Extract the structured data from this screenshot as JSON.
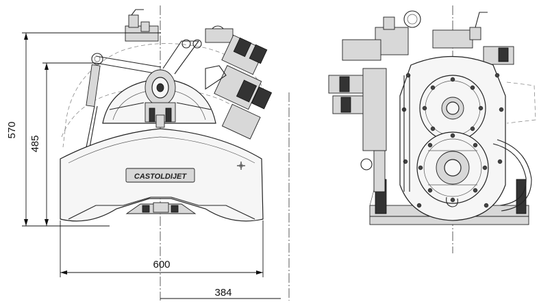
{
  "drawing": {
    "brand_logo_text": "CASTOLDIJET",
    "dimensions": {
      "height_total": "570",
      "height_inner": "485",
      "width_total": "600",
      "depth": "384"
    }
  },
  "colors": {
    "line": "#222222",
    "background": "#ffffff"
  }
}
